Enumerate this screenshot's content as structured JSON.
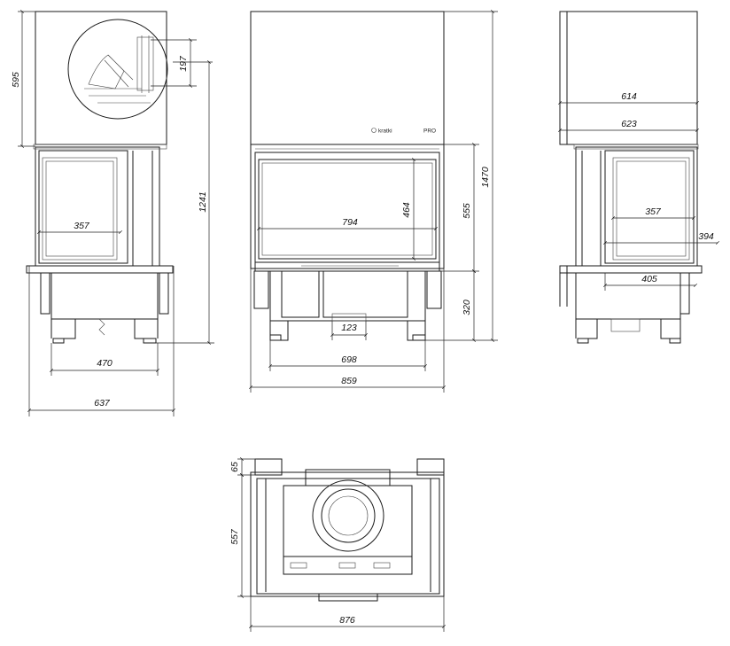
{
  "logo": {
    "text": "kratki",
    "suffix": "PRO"
  },
  "front_view": {
    "width_overall": "859",
    "width_legs": "698",
    "glass_width": "794",
    "glass_height": "464",
    "firebox_height": "555",
    "height_overall": "1470",
    "base_height": "320",
    "flue_width": "123"
  },
  "left_view": {
    "depth_overall": "637",
    "depth_legs": "470",
    "glass_side": "357",
    "height_to_glass_top": "1241",
    "hood_height": "595",
    "detail_dim": "197"
  },
  "right_view": {
    "hood_depth_inner": "614",
    "hood_depth_outer": "623",
    "glass_side": "357",
    "side_depth": "394",
    "base_depth": "405"
  },
  "top_view": {
    "width": "876",
    "depth": "557",
    "collar": "65"
  }
}
